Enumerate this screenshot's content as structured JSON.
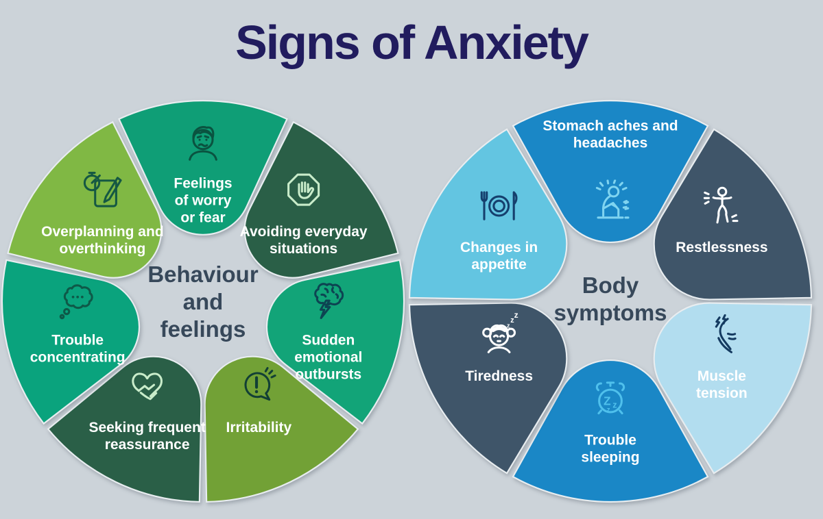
{
  "title": "Signs of Anxiety",
  "colors": {
    "background": "#ccd3d9",
    "title": "#211c5e",
    "center_label": "#37485a",
    "petal_rim": "#e8edf0"
  },
  "wheels": [
    {
      "id": "behaviour-and-feelings",
      "center_label": "Behaviour and feelings",
      "center_label_lines": [
        "Behaviour",
        "and",
        "feelings"
      ],
      "segments": [
        {
          "label": "Feelings of worry or fear",
          "lines": [
            "Feelings",
            "of worry",
            "or fear"
          ],
          "icon": "worried-face",
          "color": "#0f9e76",
          "icon_color": "#0a5340",
          "text_color": "#ffffff",
          "text_position": "below"
        },
        {
          "label": "Avoiding everyday situations",
          "lines": [
            "Avoiding everyday",
            "situations"
          ],
          "icon": "stop-hand",
          "color": "#2a5f47",
          "icon_color": "#c9ecca",
          "text_color": "#ffffff",
          "text_position": "below"
        },
        {
          "label": "Sudden emotional outbursts",
          "lines": [
            "Sudden",
            "emotional",
            "outbursts"
          ],
          "icon": "brain-lightning",
          "color": "#12a478",
          "icon_color": "#0d4452",
          "text_color": "#ffffff",
          "text_position": "below"
        },
        {
          "label": "Irritability",
          "lines": [
            "Irritability"
          ],
          "icon": "exclamation-bubble",
          "color": "#72a136",
          "icon_color": "#123f35",
          "text_color": "#ffffff",
          "text_position": "below"
        },
        {
          "label": "Seeking frequent reassurance",
          "lines": [
            "Seeking frequent",
            "reassurance"
          ],
          "icon": "handshake-heart",
          "color": "#2a5f47",
          "icon_color": "#c9ecca",
          "text_color": "#ffffff",
          "text_position": "below"
        },
        {
          "label": "Trouble concentrating",
          "lines": [
            "Trouble",
            "concentrating"
          ],
          "icon": "thought-bubble",
          "color": "#0aa37d",
          "icon_color": "#0e5948",
          "text_color": "#ffffff",
          "text_position": "below"
        },
        {
          "label": "Overplanning and overthinking",
          "lines": [
            "Overplanning and",
            "overthinking"
          ],
          "icon": "stopwatch-notepad",
          "color": "#80b844",
          "icon_color": "#155843",
          "text_color": "#ffffff",
          "text_position": "below"
        }
      ]
    },
    {
      "id": "body-symptoms",
      "center_label": "Body symptoms",
      "center_label_lines": [
        "Body",
        "symptoms"
      ],
      "segments": [
        {
          "label": "Stomach aches and headaches",
          "lines": [
            "Stomach aches and",
            "headaches"
          ],
          "icon": "hunched-person",
          "color": "#1a87c6",
          "icon_color": "#7fd4f0",
          "text_color": "#ffffff",
          "text_position": "above"
        },
        {
          "label": "Restlessness",
          "lines": [
            "Restlessness"
          ],
          "icon": "restless-person",
          "color": "#3f5569",
          "icon_color": "#ffffff",
          "text_color": "#ffffff",
          "text_position": "below"
        },
        {
          "label": "Muscle tension",
          "lines": [
            "Muscle",
            "tension"
          ],
          "icon": "muscle-tension",
          "color": "#b2ddef",
          "icon_color": "#143a60",
          "text_color": "#ffffff",
          "text_position": "below"
        },
        {
          "label": "Trouble sleeping",
          "lines": [
            "Trouble",
            "sleeping"
          ],
          "icon": "alarm-clock",
          "color": "#1a87c6",
          "icon_color": "#4fc0ec",
          "text_color": "#ffffff",
          "text_position": "below"
        },
        {
          "label": "Tiredness",
          "lines": [
            "Tiredness"
          ],
          "icon": "sleepy-girl",
          "color": "#3f5569",
          "icon_color": "#ffffff",
          "text_color": "#ffffff",
          "text_position": "below"
        },
        {
          "label": "Changes in appetite",
          "lines": [
            "Changes in",
            "appetite"
          ],
          "icon": "plate-cutlery",
          "color": "#63c5e1",
          "icon_color": "#153f6d",
          "text_color": "#ffffff",
          "text_position": "below"
        }
      ]
    }
  ]
}
